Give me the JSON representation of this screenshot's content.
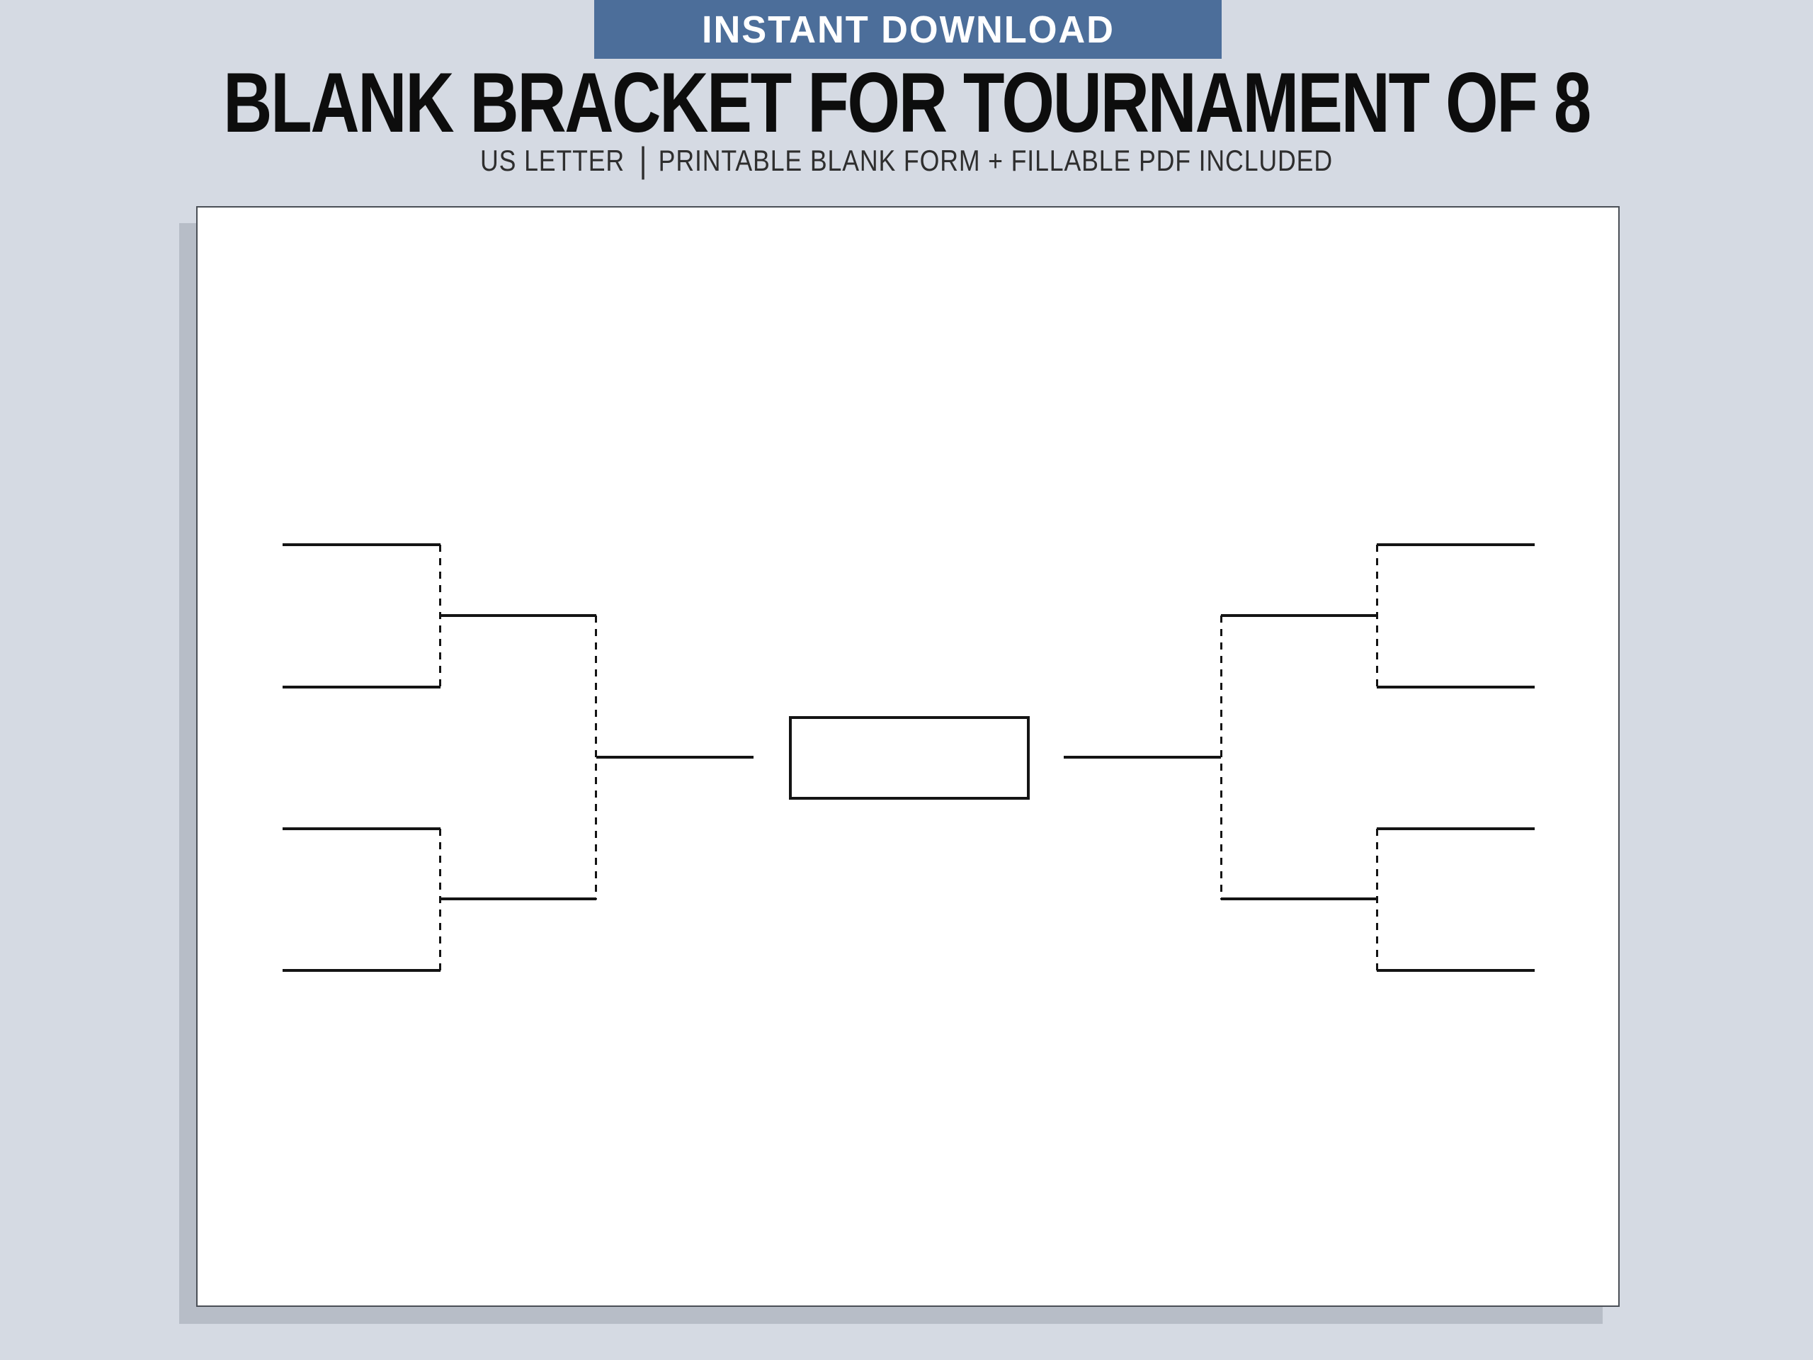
{
  "banner": {
    "label": "INSTANT DOWNLOAD"
  },
  "heading": {
    "title": "BLANK BRACKET FOR TOURNAMENT OF 8",
    "subtitle_left": "US LETTER",
    "subtitle_divider": "|",
    "subtitle_right": "PRINTABLE BLANK FORM + FILLABLE PDF INCLUDED"
  },
  "colors": {
    "background": "#d5dae3",
    "banner_bg": "#4c6e9a",
    "banner_text": "#ffffff",
    "title_text": "#0d0d0d",
    "subtitle_text": "#2e2e2e",
    "page_bg": "#ffffff",
    "page_border": "#4a4f56",
    "page_shadow": "#b7bdc7",
    "bracket_line": "#141414"
  },
  "bracket": {
    "team_slots": 8,
    "first_round_matches": 4,
    "semifinal_matches": 2,
    "final_matches": 1,
    "champion_boxes": 1,
    "team_names": [
      "",
      "",
      "",
      "",
      "",
      "",
      "",
      ""
    ]
  }
}
